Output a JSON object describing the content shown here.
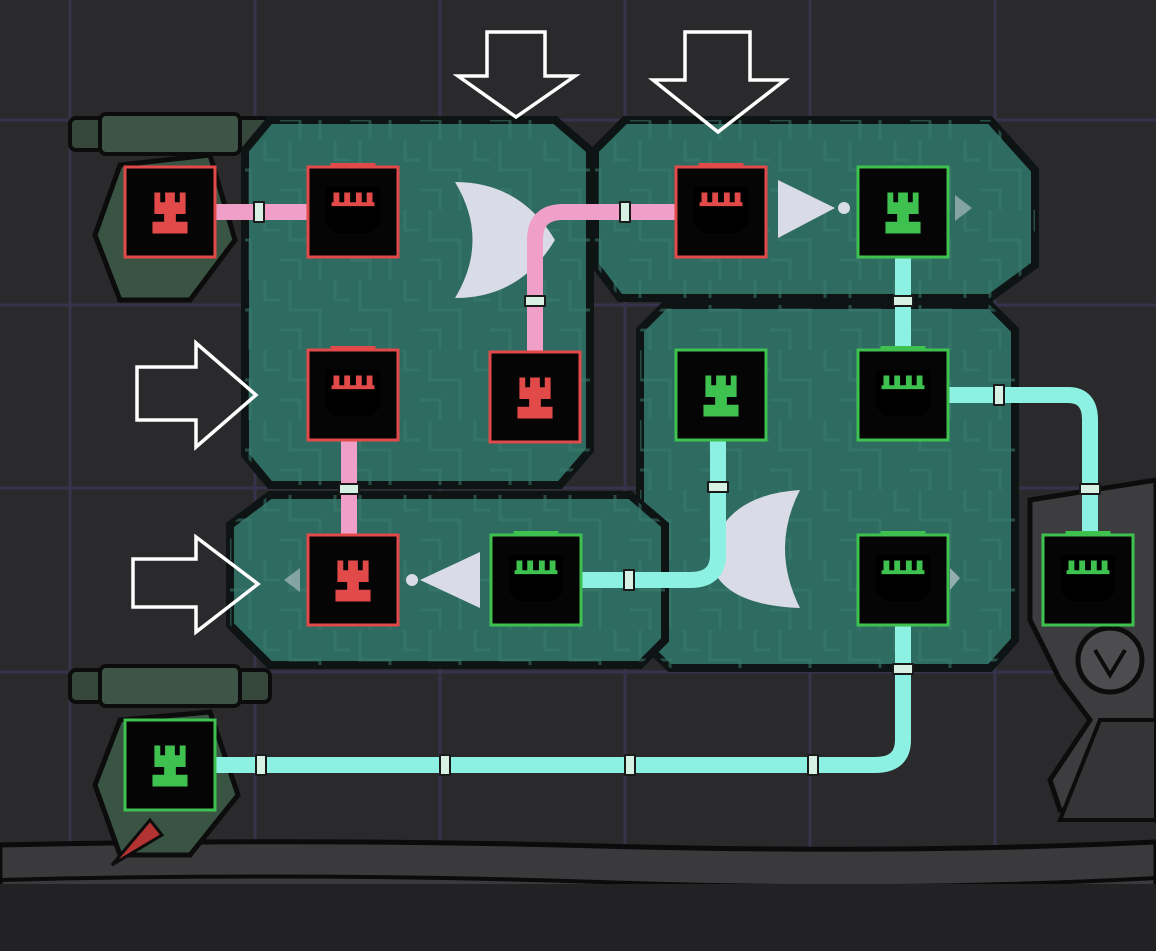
{
  "scene": {
    "type": "logic-circuit-puzzle",
    "colors": {
      "background": "#2a2a2c",
      "grid": "#3a3550",
      "gate_panel": "#2e6b60",
      "gate_border": "#0e1413",
      "signal_off": "#e24a4a",
      "signal_on": "#3fc14f",
      "wire_off": "#f0a0c8",
      "wire_on": "#8cf0e2",
      "gate_symbol": "#d9dbe6",
      "arrow_outline": "#ffffff"
    }
  },
  "sensors": [
    {
      "id": "sensor-top",
      "state": "off",
      "icon": "tower-pin-icon"
    },
    {
      "id": "sensor-bottom",
      "state": "on",
      "icon": "tower-pin-icon"
    }
  ],
  "gates": [
    {
      "id": "gate-or",
      "symbol": "or-gate-icon",
      "inputs": [
        "off",
        "off"
      ],
      "output": "off"
    },
    {
      "id": "gate-not-top",
      "symbol": "not-gate-icon",
      "input": "off",
      "output": "on"
    },
    {
      "id": "gate-and",
      "symbol": "and-gate-icon",
      "inputs": [
        "on",
        "on"
      ],
      "output": "on"
    },
    {
      "id": "gate-not-bottom",
      "symbol": "not-gate-icon",
      "input": "on",
      "output": "off"
    }
  ],
  "ports": [
    {
      "name": "sensor-top-output",
      "kind": "output",
      "state": "off"
    },
    {
      "name": "sensor-bottom-output",
      "kind": "output",
      "state": "on"
    },
    {
      "name": "or-input-top",
      "kind": "input",
      "state": "off"
    },
    {
      "name": "or-input-left",
      "kind": "input",
      "state": "off"
    },
    {
      "name": "or-output",
      "kind": "output",
      "state": "off"
    },
    {
      "name": "not-top-input",
      "kind": "input",
      "state": "off"
    },
    {
      "name": "not-top-output",
      "kind": "output",
      "state": "on"
    },
    {
      "name": "and-output",
      "kind": "output",
      "state": "on"
    },
    {
      "name": "and-input-top",
      "kind": "input",
      "state": "on"
    },
    {
      "name": "and-input-bottom",
      "kind": "input",
      "state": "on"
    },
    {
      "name": "not-bottom-input",
      "kind": "input",
      "state": "on"
    },
    {
      "name": "not-bottom-output",
      "kind": "output",
      "state": "off"
    },
    {
      "name": "actuator-input",
      "kind": "input",
      "state": "on"
    }
  ],
  "hint_arrows": [
    {
      "name": "hint-arrow-down-1",
      "direction": "down"
    },
    {
      "name": "hint-arrow-down-2",
      "direction": "down"
    },
    {
      "name": "hint-arrow-right-1",
      "direction": "right"
    },
    {
      "name": "hint-arrow-right-2",
      "direction": "right"
    }
  ]
}
